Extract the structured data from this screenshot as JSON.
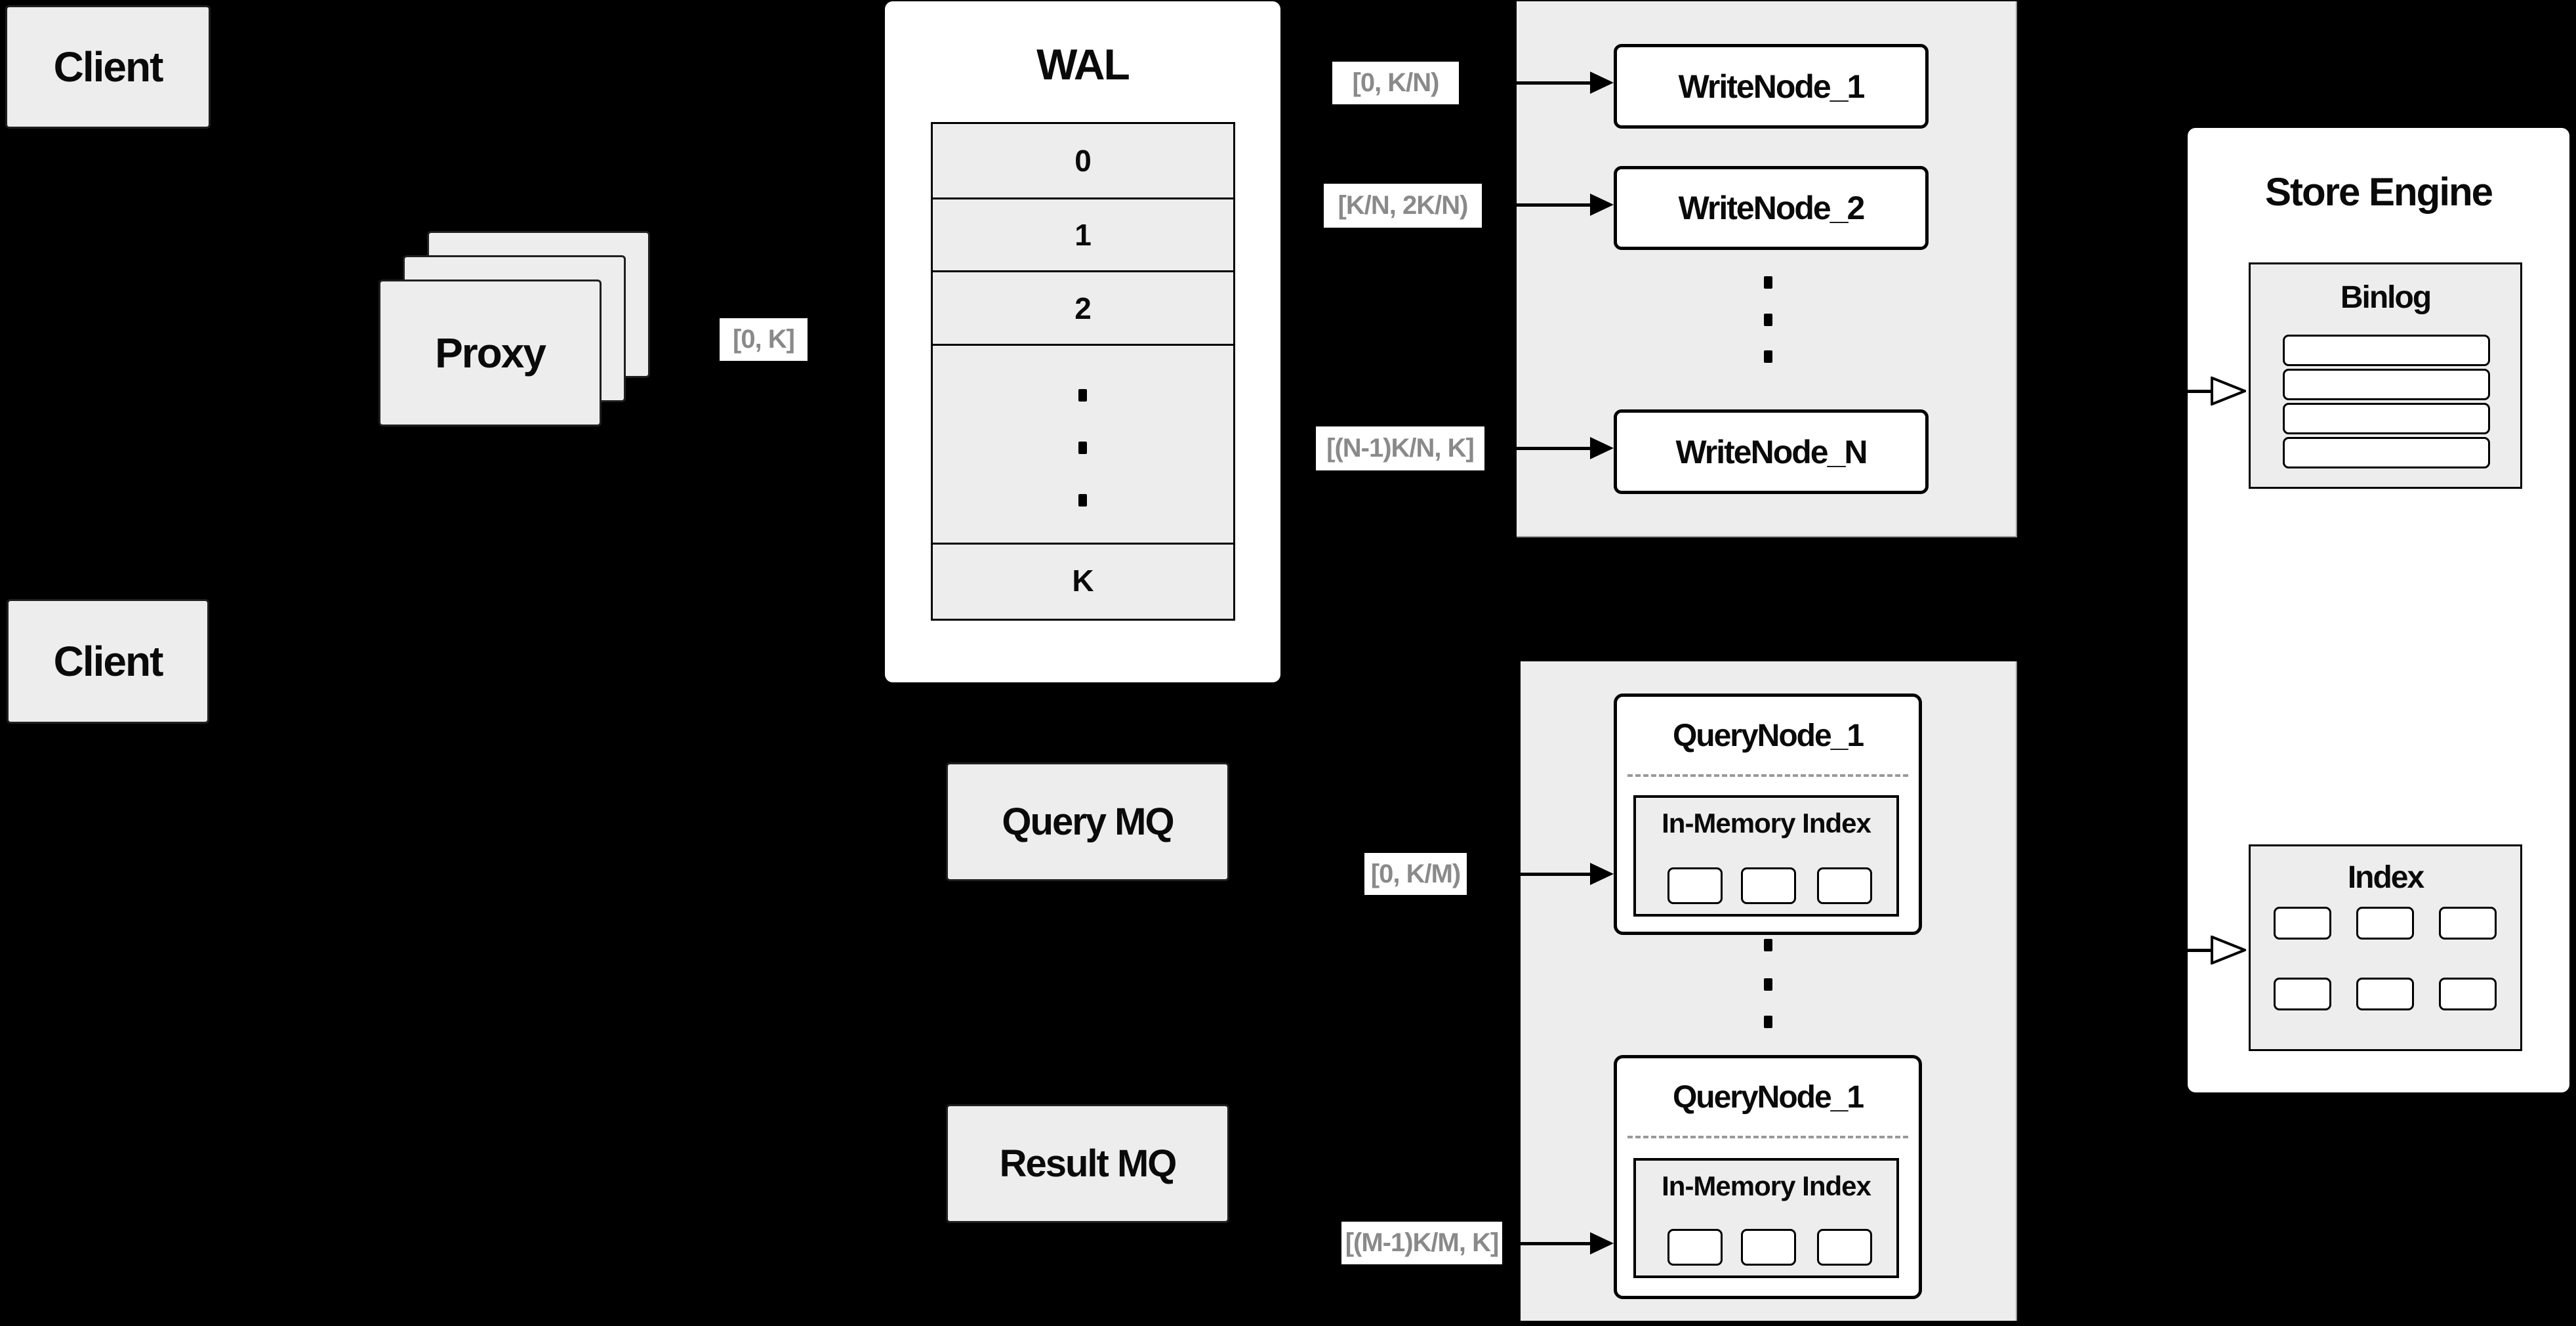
{
  "clients": {
    "top": "Client",
    "bottom": "Client"
  },
  "proxy": {
    "label": "Proxy"
  },
  "wal": {
    "title": "WAL",
    "rows": [
      "0",
      "1",
      "2",
      "K"
    ]
  },
  "range_labels": {
    "proxy_out": "[0, K]",
    "write_1": "[0, K/N)",
    "write_2": "[K/N, 2K/N)",
    "write_n": "[(N-1)K/N, K]",
    "query_1": "[0, K/M)",
    "query_m": "[(M-1)K/M, K]"
  },
  "write_nodes": {
    "node_1": "WriteNode_1",
    "node_2": "WriteNode_2",
    "node_n": "WriteNode_N"
  },
  "store_engine": {
    "title": "Store Engine",
    "binlog_title": "Binlog",
    "index_title": "Index"
  },
  "mq": {
    "query": "Query MQ",
    "result": "Result MQ"
  },
  "query_nodes": {
    "node_top_title": "QueryNode_1",
    "node_bottom_title": "QueryNode_1",
    "in_memory_top": "In-Memory Index",
    "in_memory_bottom": "In-Memory Index"
  },
  "colors": {
    "background": "#000000",
    "panel_gray": "#ededed",
    "box_white": "#ffffff",
    "border_black": "#111111",
    "label_text_gray": "#8a8a8a",
    "divider_gray": "#999999"
  }
}
